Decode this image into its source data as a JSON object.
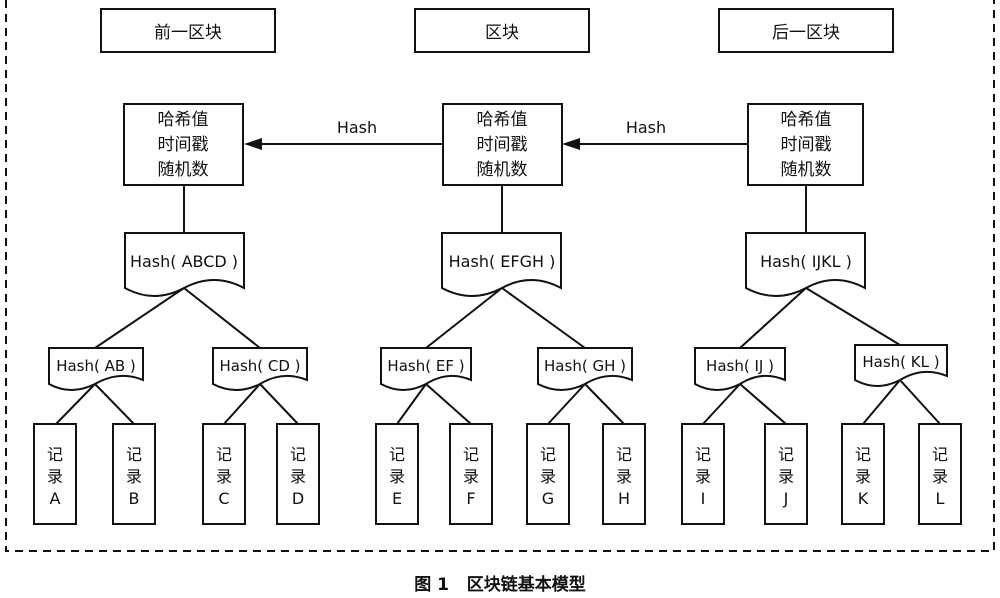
{
  "blocks": [
    {
      "title": "前一区块",
      "header": [
        "哈希值",
        "时间戳",
        "随机数"
      ],
      "root": "Hash( ABCD )",
      "children": [
        {
          "label": "Hash( AB )",
          "records": [
            {
              "line1": "记",
              "line2": "录",
              "letter": "A"
            },
            {
              "line1": "记",
              "line2": "录",
              "letter": "B"
            }
          ]
        },
        {
          "label": "Hash( CD )",
          "records": [
            {
              "line1": "记",
              "line2": "录",
              "letter": "C"
            },
            {
              "line1": "记",
              "line2": "录",
              "letter": "D"
            }
          ]
        }
      ]
    },
    {
      "title": "区块",
      "header": [
        "哈希值",
        "时间戳",
        "随机数"
      ],
      "root": "Hash( EFGH )",
      "children": [
        {
          "label": "Hash( EF )",
          "records": [
            {
              "line1": "记",
              "line2": "录",
              "letter": "E"
            },
            {
              "line1": "记",
              "line2": "录",
              "letter": "F"
            }
          ]
        },
        {
          "label": "Hash( GH )",
          "records": [
            {
              "line1": "记",
              "line2": "录",
              "letter": "G"
            },
            {
              "line1": "记",
              "line2": "录",
              "letter": "H"
            }
          ]
        }
      ]
    },
    {
      "title": "后一区块",
      "header": [
        "哈希值",
        "时间戳",
        "随机数"
      ],
      "root": "Hash( IJKL )",
      "children": [
        {
          "label": "Hash( IJ )",
          "records": [
            {
              "line1": "记",
              "line2": "录",
              "letter": "I"
            },
            {
              "line1": "记",
              "line2": "录",
              "letter": "J"
            }
          ]
        },
        {
          "label": "Hash( KL )",
          "records": [
            {
              "line1": "记",
              "line2": "录",
              "letter": "K"
            },
            {
              "line1": "记",
              "line2": "录",
              "letter": "L"
            }
          ]
        }
      ]
    }
  ],
  "links": [
    "Hash",
    "Hash"
  ],
  "caption": "图 1   区块链基本模型"
}
